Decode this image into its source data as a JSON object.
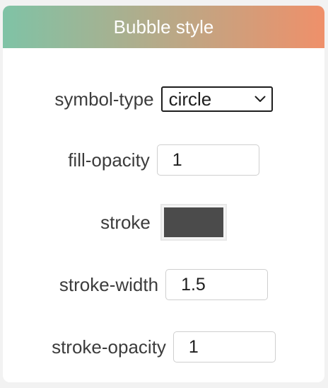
{
  "panel": {
    "title": "Bubble style",
    "header_gradient_start": "#7fc3a6",
    "header_gradient_end": "#ef906a"
  },
  "fields": {
    "symbol_type": {
      "label": "symbol-type",
      "value": "circle"
    },
    "fill_opacity": {
      "label": "fill-opacity",
      "value": "1"
    },
    "stroke": {
      "label": "stroke",
      "color": "#4b4b4b"
    },
    "stroke_width": {
      "label": "stroke-width",
      "value": "1.5"
    },
    "stroke_opacity": {
      "label": "stroke-opacity",
      "value": "1"
    }
  },
  "icons": {
    "select_arrow": "chevron-down-icon"
  }
}
